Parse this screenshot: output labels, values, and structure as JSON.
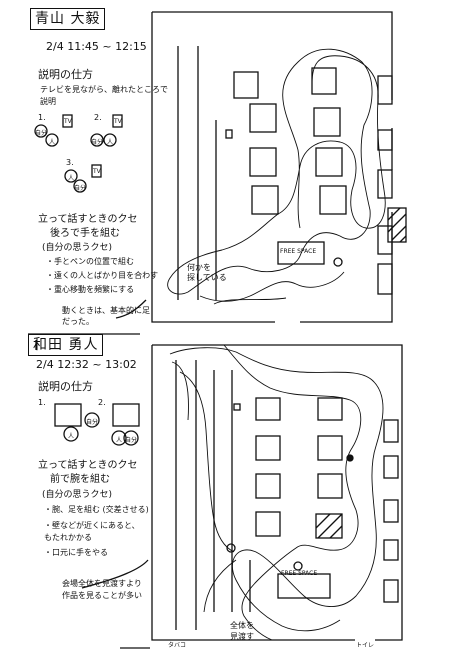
{
  "section1": {
    "name": "青山 大毅",
    "time": "2/4 11:45 ~ 12:15",
    "explain_title": "説明の仕方",
    "explain_line1": "テレビを見ながら、離れたところで",
    "explain_line2": "説明",
    "diagram_labels": {
      "n1": "1.",
      "n2": "2.",
      "n3": "3.",
      "me": "自分",
      "person": "人",
      "tv": "TV"
    },
    "habit_title": "立って話すときのクセ",
    "habit_line2": "後ろで手を組む",
    "self_habit_title": "(自分の思うクセ)",
    "bullets": [
      "・手とペンの位置で組む",
      "・遠くの人とばかり目を合わす",
      "・重心移動を頻繁にする"
    ],
    "note_line1": "動くときは、基本的に足",
    "note_line2": "だった。",
    "map": {
      "free_space": "FREE SPACE",
      "annotation_line1": "何かを",
      "annotation_line2": "探している"
    }
  },
  "section2": {
    "name": "和田 勇人",
    "time": "2/4 12:32 ~ 13:02",
    "explain_title": "説明の仕方",
    "diagram_labels": {
      "n1": "1.",
      "n2": "2.",
      "me": "自分",
      "person": "人"
    },
    "habit_title": "立って話すときのクセ",
    "habit_line2": "前で腕を組む",
    "self_habit_title": "(自分の思うクセ)",
    "bullets": [
      "・腕、足を組む (交差させる)",
      "・壁などが近くにあると、",
      "  もたれかかる",
      "・口元に手をやる"
    ],
    "note_line1": "会場全体を見渡すより",
    "note_line2": "作品を見ることが多い",
    "map": {
      "free_space": "FREE SPACE",
      "label_left": "タバコ",
      "label_right": "トイレ",
      "annotation_line1": "全体を",
      "annotation_line2": "見渡す"
    }
  }
}
